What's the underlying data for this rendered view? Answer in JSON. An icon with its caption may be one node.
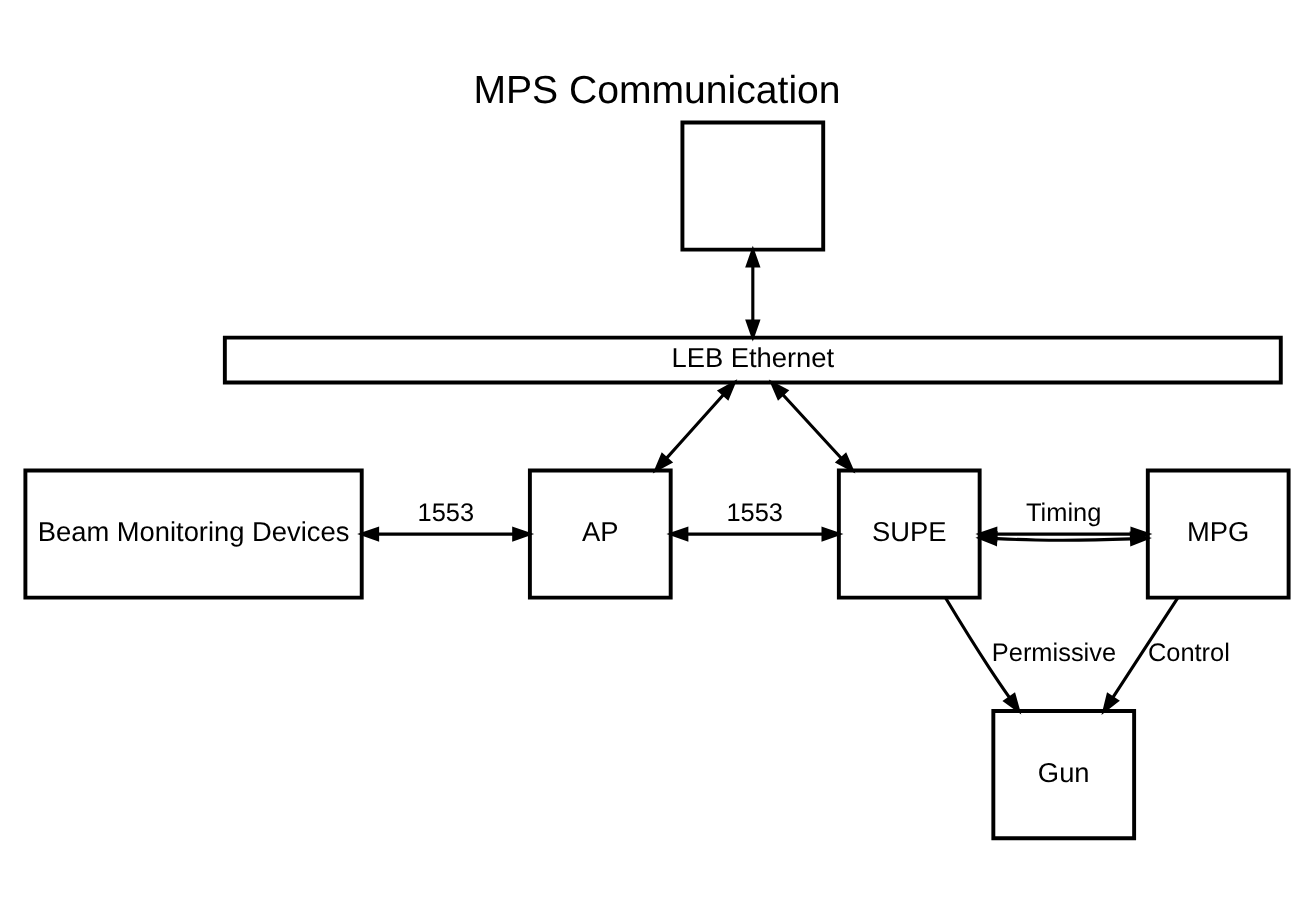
{
  "diagram": {
    "title": "MPS Communication",
    "nodes": [
      {
        "text": [],
        "shape": "box"
      },
      {
        "text": [
          "LEB Ethernet"
        ]
      },
      {
        "text": [
          "Beam Monitoring Devices"
        ]
      },
      {
        "text": [
          "AP"
        ]
      },
      {
        "text": [
          "SUPE"
        ]
      },
      {
        "text": [
          "MPG"
        ]
      },
      {
        "text": [
          "Gun"
        ]
      }
    ],
    "edges": [
      {
        "from": 0,
        "to": 1,
        "arrow": "both"
      },
      {
        "from": 1,
        "to": 3,
        "arrow": "both"
      },
      {
        "from": 1,
        "to": 4,
        "arrow": "both"
      },
      {
        "from": 2,
        "to": 3,
        "arrow": "both",
        "label": "1553"
      },
      {
        "from": 3,
        "to": 4,
        "arrow": "both",
        "label": "1553"
      },
      {
        "from": 4,
        "to": 5,
        "arrow": "both"
      },
      {
        "from": 4,
        "to": 5,
        "arrow": "both",
        "label": "Timing"
      },
      {
        "from": 5,
        "to": 6,
        "arrow": "to",
        "label": "Control"
      },
      {
        "from": 4,
        "to": 6,
        "arrow": "to",
        "label": "Permissive"
      }
    ]
  }
}
